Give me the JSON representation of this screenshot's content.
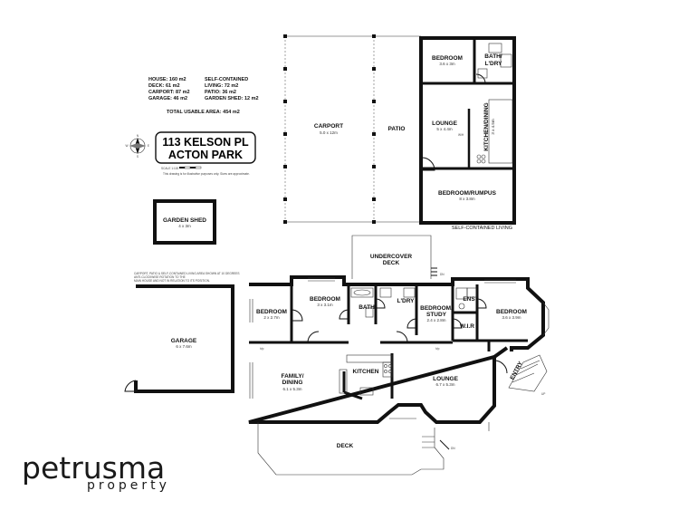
{
  "legend": {
    "house": "HOUSE: 160 m2",
    "deck": "DECK: 61 m2",
    "carport": "CARPORT: 87 m2",
    "garage": "GARAGE: 46 m2",
    "sc_heading": "SELF-CONTAINED",
    "living": "LIVING: 72 m2",
    "patio": "PATIO: 36 m2",
    "garden_shed": "GARDEN SHED: 12 m2",
    "total": "TOTAL USABLE AREA: 454 m2"
  },
  "address": {
    "line1": "113 KELSON PL",
    "line2": "ACTON PARK"
  },
  "scale": "SCALE 1:100",
  "disclaimer": "This drawing is for illustrative purposes only. Sizes are approximate.",
  "compass": {
    "n": "N",
    "s": "S",
    "e": "E",
    "w": "W"
  },
  "upper": {
    "carport": {
      "name": "CARPORT",
      "dim": "5.0 x 12m"
    },
    "patio": {
      "name": "PATIO"
    },
    "bedroom": {
      "name": "BEDROOM",
      "dim": "3.6 x 3m"
    },
    "bath_ldry_1": "BATH/",
    "bath_ldry_2": "L'DRY",
    "lounge": {
      "name": "LOUNGE",
      "dim": "5 x 4.4m"
    },
    "kitchen": {
      "name": "KITCHEN/DINING",
      "dim": "3 x 4.5m"
    },
    "rumpus": {
      "name": "BEDROOM/RUMPUS",
      "dim": "8 x 3.8m"
    },
    "caption": "SELF-CONTAINED LIVING",
    "wh": "W/H"
  },
  "shed": {
    "name": "GARDEN SHED",
    "dim": "4 x 3m"
  },
  "garage": {
    "name": "GARAGE",
    "dim": "6 x 7.6m"
  },
  "garage_note_1": "CARPORT, PATIO & SELF-CONTAINED LIVING AREA SHOWN AT 10 DEGREES",
  "garage_note_2": "ANTI-CLOCKWISE ROTATION TO THE",
  "garage_note_3": "MAIN HOUSE AND NOT IN RELATION TO ITS POSITION.",
  "main": {
    "undercover": {
      "line1": "UNDERCOVER",
      "line2": "DECK"
    },
    "bedroom_w": {
      "name": "BEDROOM",
      "dim": "2 x 2.7m"
    },
    "bedroom_c": {
      "name": "BEDROOM",
      "dim": "3 x 3.1m"
    },
    "bath": "BATH",
    "ldry": "L'DRY",
    "study_1": "BEDROOM/",
    "study_2": "STUDY",
    "study_dim": "2.4 x 2.8m",
    "ens": "ENS",
    "wir": "W.I.R",
    "bedroom_e": {
      "name": "BEDROOM",
      "dim": "3.6 x 3.9m"
    },
    "family_1": "FAMILY/",
    "family_2": "DINING",
    "family_dim": "6.1 x 5.3m",
    "kitchen": "KITCHEN",
    "lounge": {
      "name": "LOUNGE",
      "dim": "6.7 x 5.3m"
    },
    "entry": "ENTRY",
    "deck": "DECK",
    "up": "UP",
    "dn": "DN",
    "hp1": "h/p",
    "hp2": "h/p"
  },
  "brand": {
    "name": "petrusma",
    "sub": "property"
  }
}
